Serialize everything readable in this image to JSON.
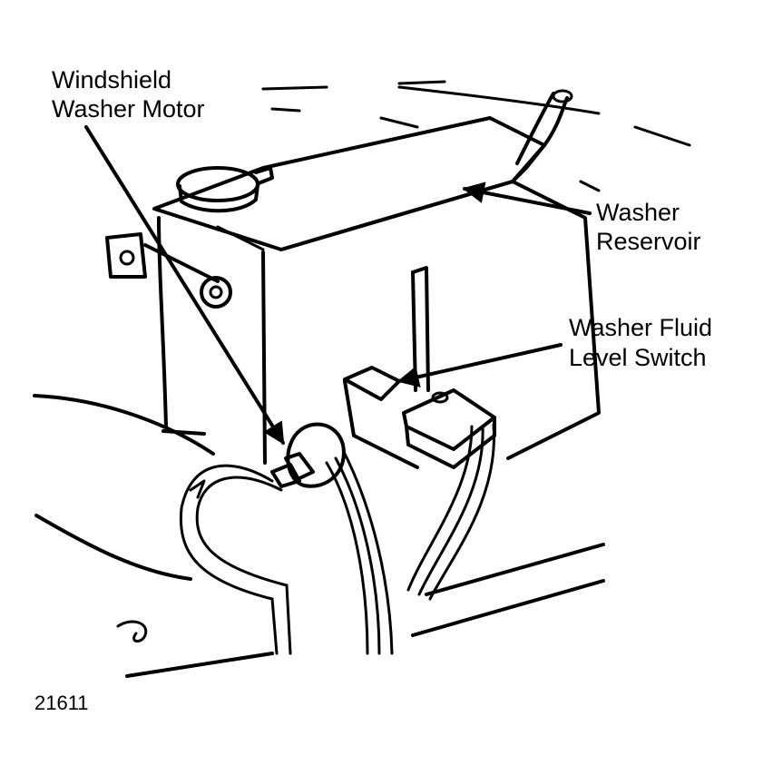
{
  "labels": {
    "motor_line1": "Windshield",
    "motor_line2": "Washer Motor",
    "reservoir_line1": "Washer",
    "reservoir_line2": "Reservoir",
    "switch_line1": "Washer Fluid",
    "switch_line2": "Level Switch"
  },
  "figure_number": "21611",
  "colors": {
    "ink": "#000000",
    "paper": "#ffffff"
  }
}
